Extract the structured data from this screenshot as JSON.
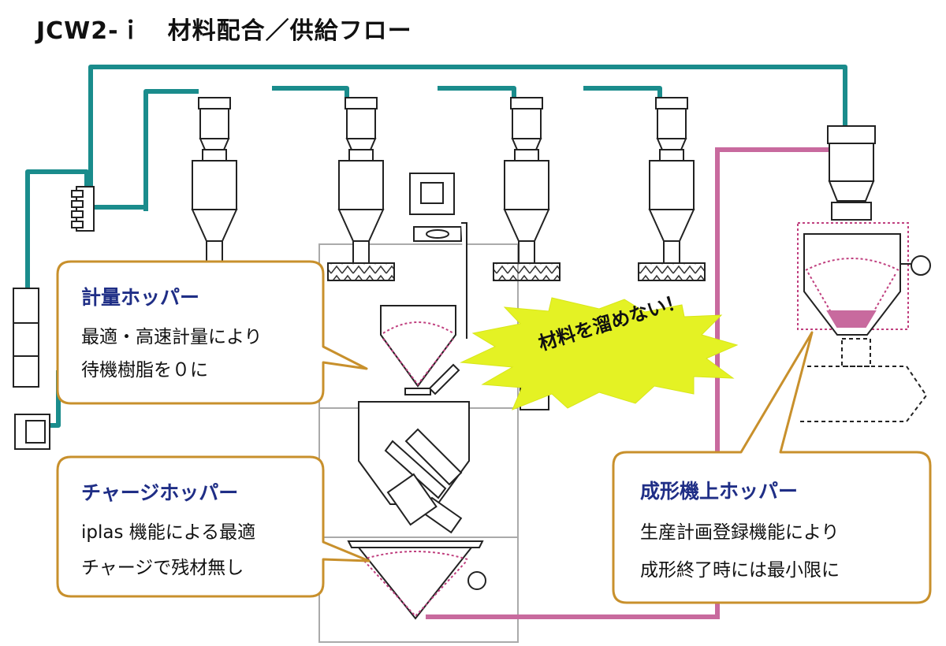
{
  "title": "JCW2-ｉ　材料配合／供給フロー",
  "callouts": {
    "weighing": {
      "title": "計量ホッパー",
      "lines": [
        "最適・高速計量により",
        "待機樹脂を０に"
      ]
    },
    "charge": {
      "title": "チャージホッパー",
      "lines": [
        "iplas 機能による最適",
        "チャージで残材無し"
      ]
    },
    "molding": {
      "title": "成形機上ホッパー",
      "lines": [
        "生産計画登録機能により",
        "成形終了時には最小限に"
      ]
    }
  },
  "burst": {
    "text": "材料を溜めない！",
    "color": "#e4f224"
  },
  "colors": {
    "teal_line": "#1a8c8c",
    "pink_line": "#c86a9e",
    "callout_border": "#c8902c",
    "callout_title": "#1f2e86"
  }
}
